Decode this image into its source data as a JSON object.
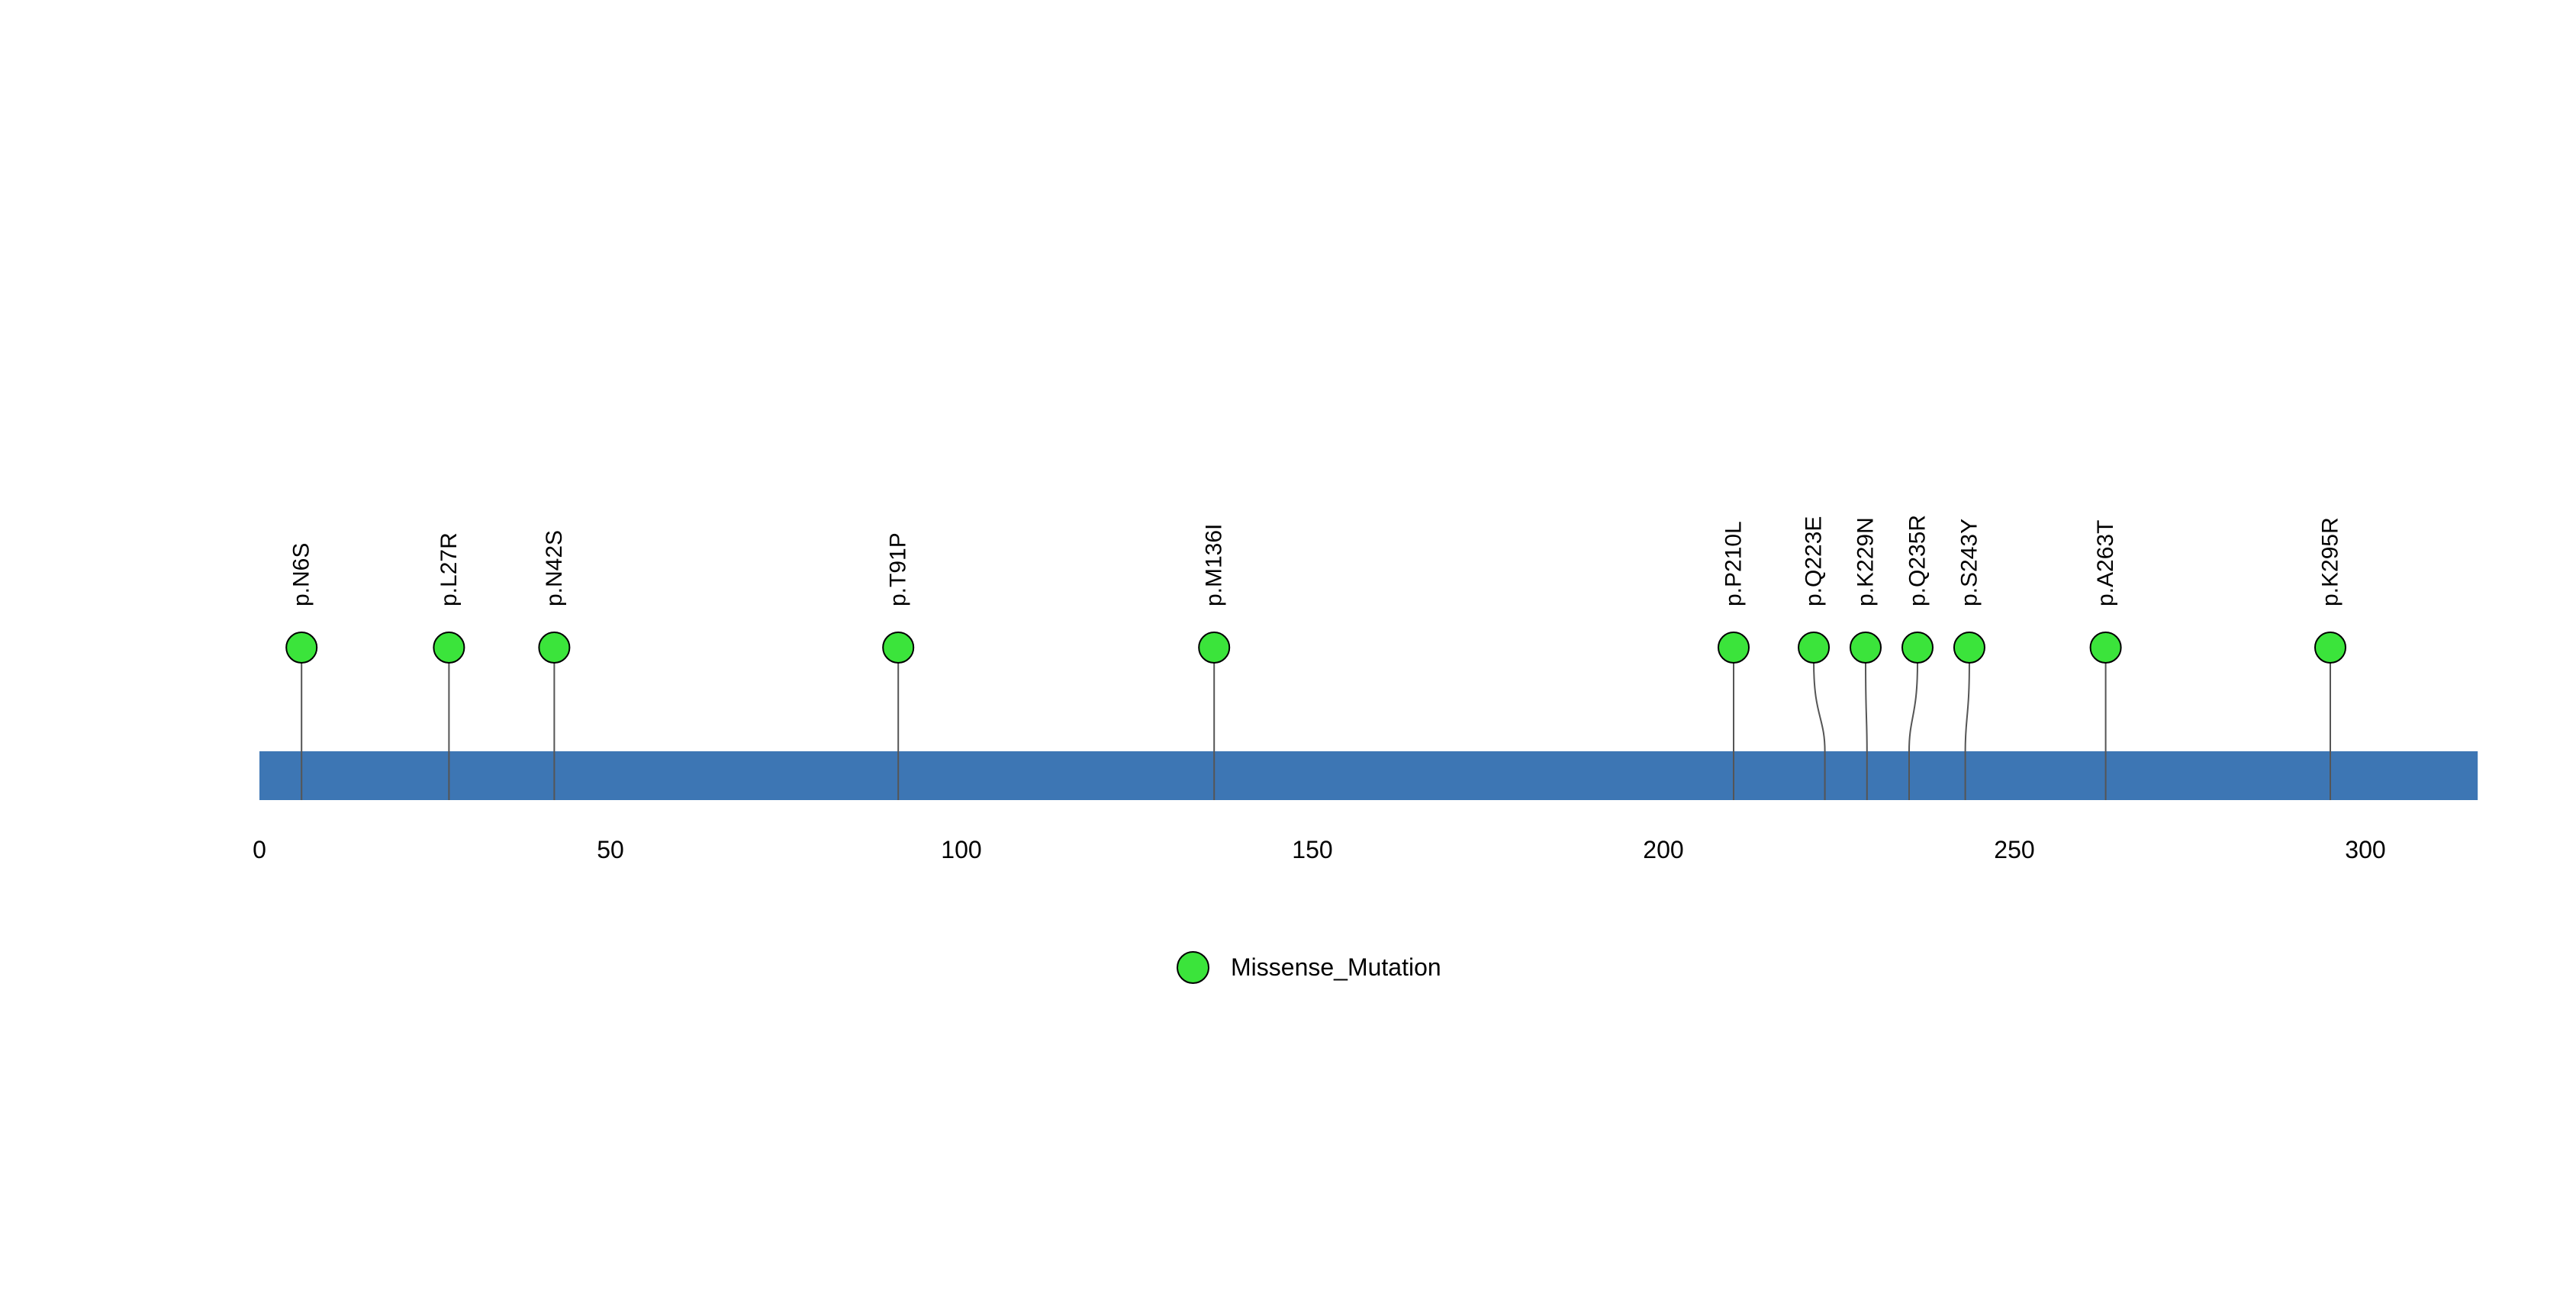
{
  "chart_data": {
    "type": "lollipop",
    "title": "",
    "xlabel": "",
    "ylabel": "",
    "protein": {
      "length_aa": 316,
      "axis_ticks": [
        0,
        50,
        100,
        150,
        200,
        250,
        300
      ]
    },
    "mutations": [
      {
        "label": "p.N6S",
        "position": 6
      },
      {
        "label": "p.L27R",
        "position": 27
      },
      {
        "label": "p.N42S",
        "position": 42
      },
      {
        "label": "p.T91P",
        "position": 91
      },
      {
        "label": "p.M136I",
        "position": 136
      },
      {
        "label": "p.P210L",
        "position": 210
      },
      {
        "label": "p.Q223E",
        "position": 223
      },
      {
        "label": "p.K229N",
        "position": 229
      },
      {
        "label": "p.Q235R",
        "position": 235
      },
      {
        "label": "p.S243Y",
        "position": 243
      },
      {
        "label": "p.A263T",
        "position": 263
      },
      {
        "label": "p.K295R",
        "position": 295
      }
    ],
    "legend": [
      {
        "label": "Missense_Mutation",
        "color": "#3be43b"
      }
    ],
    "colors": {
      "backbone": "#3d76b4",
      "marker_fill": "#3be43b",
      "marker_outline": "#000000",
      "stem": "#555555",
      "text": "#000000"
    }
  }
}
